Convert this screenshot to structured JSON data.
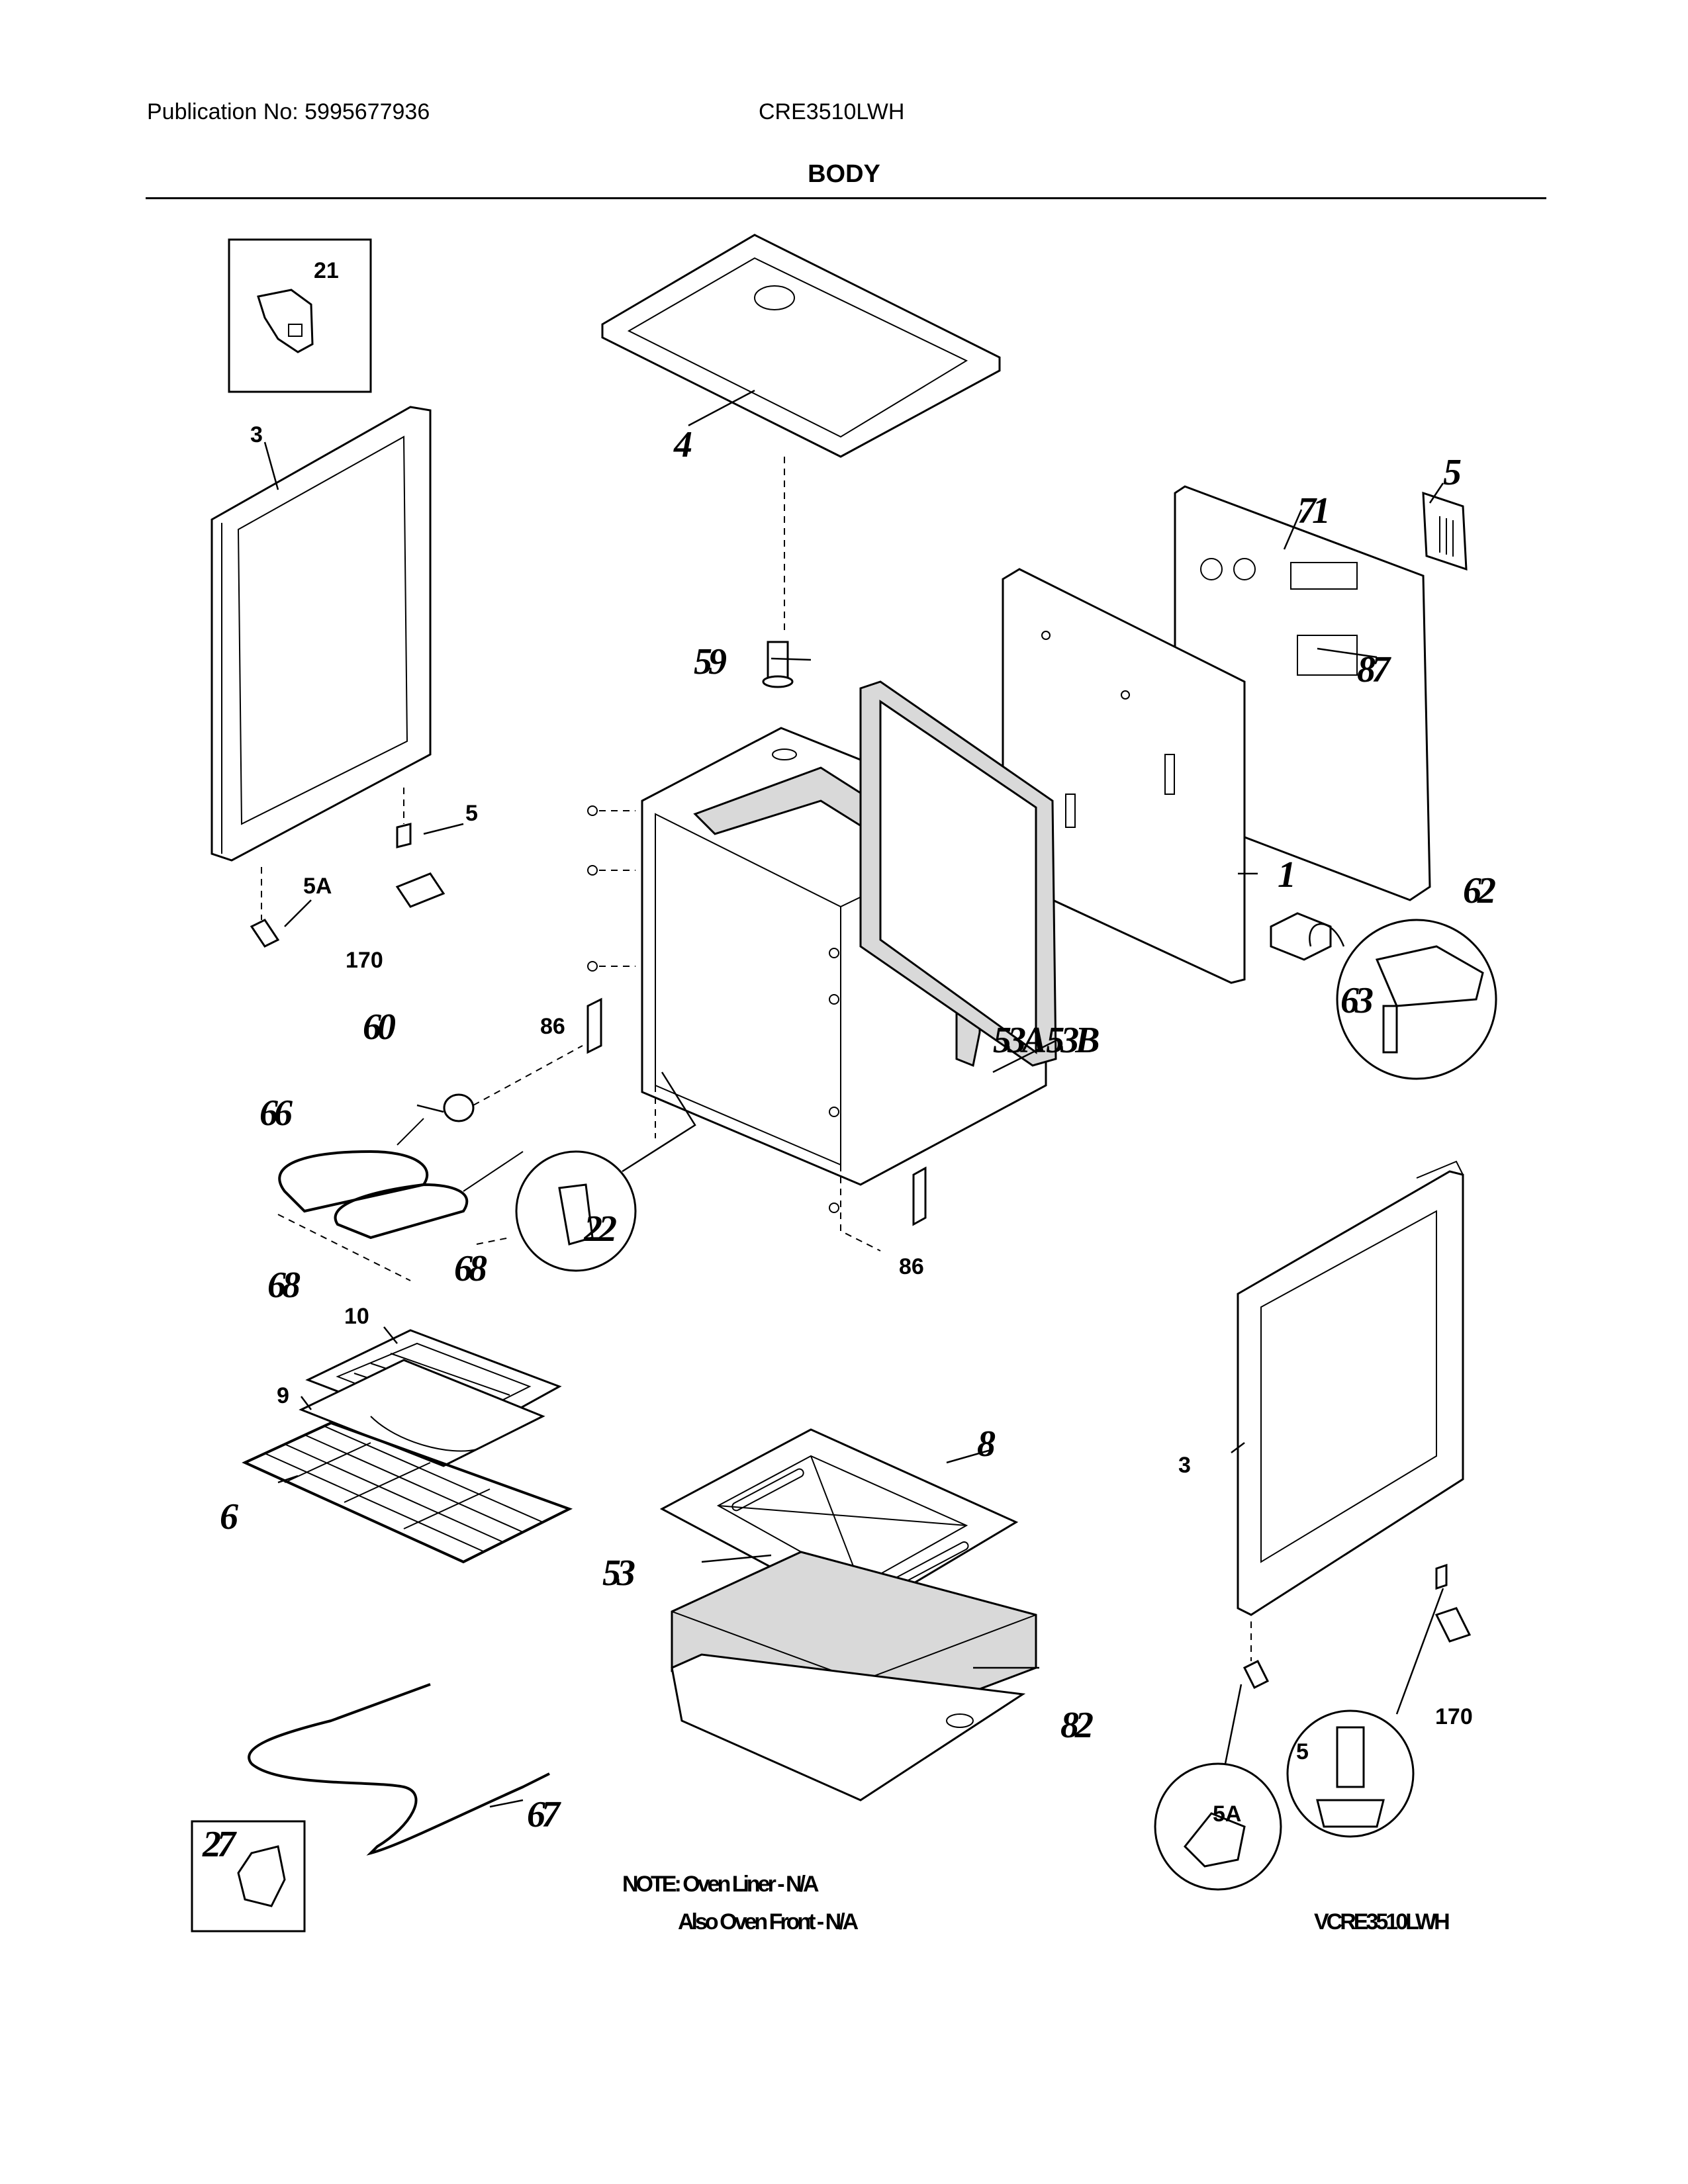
{
  "header": {
    "publication": "Publication No: 5995677936",
    "model": "CRE3510LWH",
    "title": "BODY"
  },
  "callouts": {
    "c21": "21",
    "c3_left": "3",
    "c4": "4",
    "c5_top": "5",
    "c71": "71",
    "c59": "59",
    "c87": "87",
    "c1": "1",
    "c5_left": "5",
    "c5a_left": "5A",
    "c170_left": "170",
    "c62": "62",
    "c63": "63",
    "c60": "60",
    "c86_left": "86",
    "c53a_53b": "53A 53B",
    "c66": "66",
    "c68_a": "68",
    "c68_b": "68",
    "c22": "22",
    "c86_right": "86",
    "c10": "10",
    "c9": "9",
    "c6": "6",
    "c8": "8",
    "c53": "53",
    "c82": "82",
    "c3_right": "3",
    "c170_right": "170",
    "c5_circle": "5",
    "c5a_circle": "5A",
    "c67": "67",
    "c27": "27"
  },
  "notes": {
    "line1": "NOTE: Oven Liner - N/A",
    "line2": "Also Oven Front - N/A",
    "code": "VCRE3510LWH"
  }
}
